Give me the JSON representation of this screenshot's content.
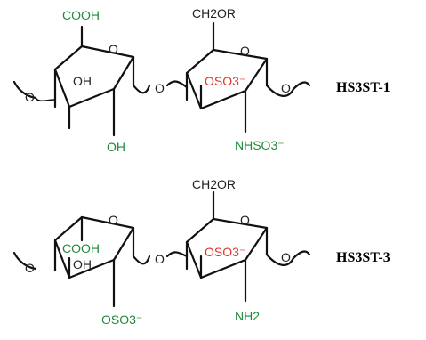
{
  "colors": {
    "bond": "#111111",
    "label": "#222222",
    "green": "#1f8a3c",
    "red": "#e0352b"
  },
  "structures": [
    {
      "enzyme": "HS3ST-1",
      "uronic_carboxyl": "COOH",
      "uronic_ring_oh": "OH",
      "uronic_bottom": "OH",
      "glucosamine_top": "CH2OR",
      "glucosamine_o3": "OSO3⁻",
      "glucosamine_n": "NHSO3⁻",
      "glyco_oxygen": "O"
    },
    {
      "enzyme": "HS3ST-3",
      "uronic_carboxyl": "COOH",
      "uronic_ring_oh": "OH",
      "uronic_bottom": "OSO3⁻",
      "glucosamine_top": "CH2OR",
      "glucosamine_o3": "OSO3⁻",
      "glucosamine_n": "NH2",
      "glyco_oxygen": "O"
    }
  ]
}
